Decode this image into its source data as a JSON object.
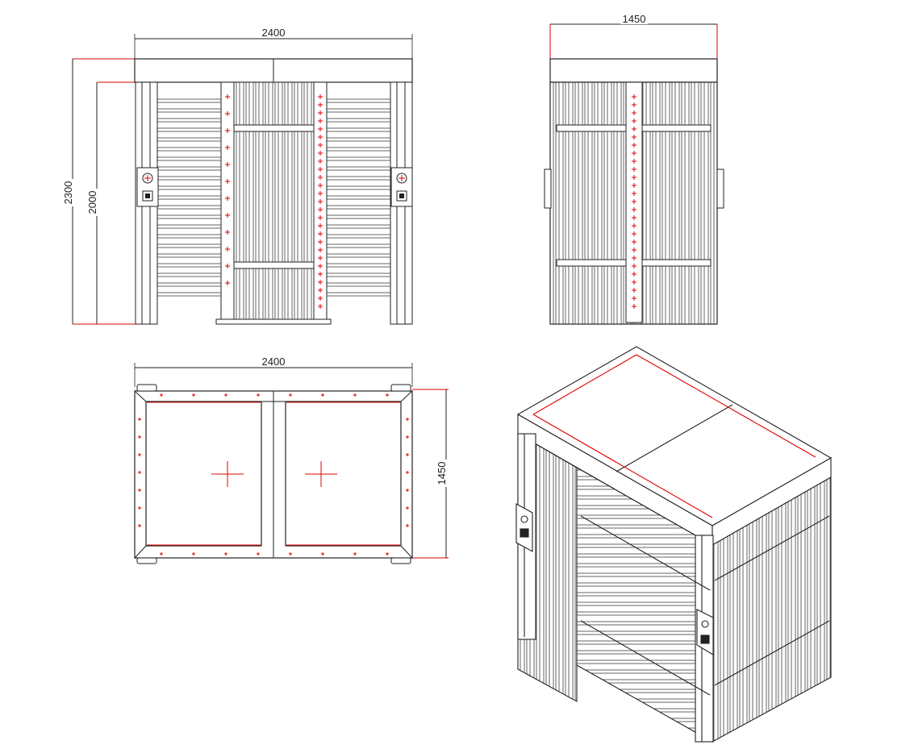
{
  "drawing": {
    "front_view": {
      "width_dim": "2400",
      "height_dim_outer": "2300",
      "height_dim_inner": "2000"
    },
    "side_view": {
      "width_dim": "1450"
    },
    "top_view": {
      "width_dim": "2400",
      "depth_dim": "1450"
    }
  },
  "colors": {
    "line": "#1a1a1a",
    "accent": "#e00000"
  }
}
